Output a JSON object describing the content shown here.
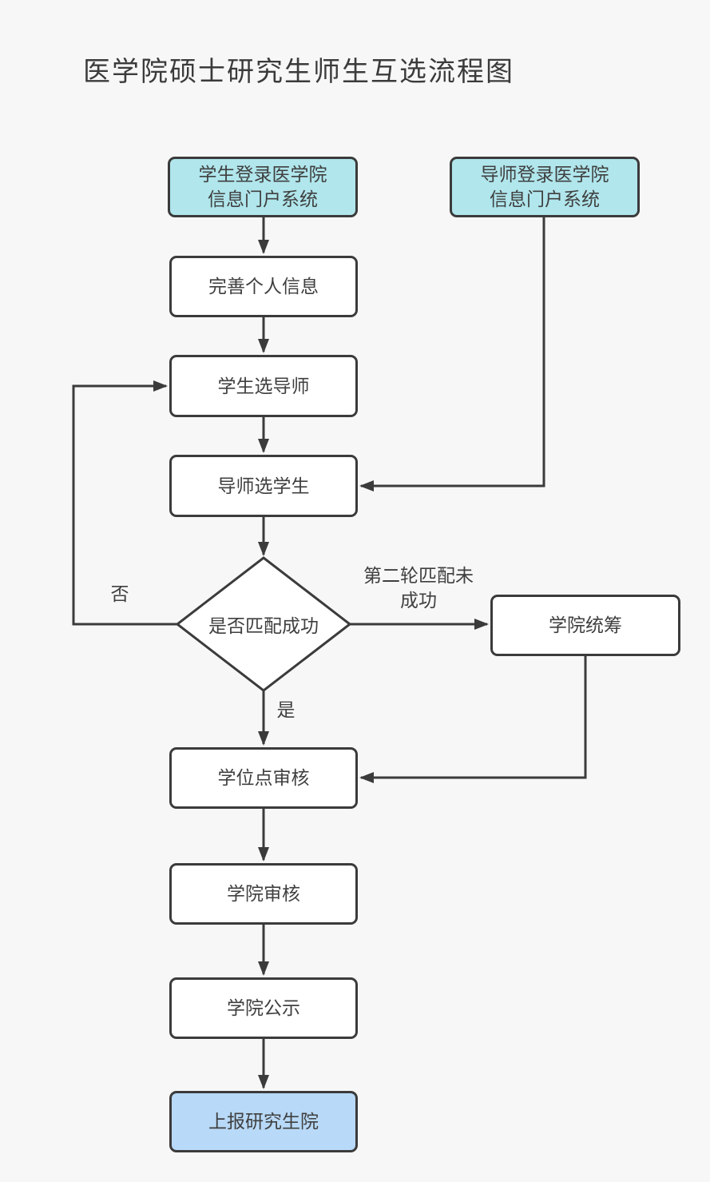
{
  "title": "医学院硕士研究生师生互选流程图",
  "colors": {
    "background": "#f7f7f7",
    "node_border": "#3b3b3b",
    "connector_line": "#3b3b3b",
    "text": "#3f3f3f",
    "login_node_fill": "#b0e6ec",
    "process_node_fill": "#ffffff",
    "final_node_fill": "#b8d9f7"
  },
  "nodes": {
    "student_login": {
      "label": "学生登录医学院\n信息门户系统",
      "shape": "rounded-rect",
      "fill": "#b0e6ec"
    },
    "tutor_login": {
      "label": "导师登录医学院\n信息门户系统",
      "shape": "rounded-rect",
      "fill": "#b0e6ec"
    },
    "complete_info": {
      "label": "完善个人信息",
      "shape": "rounded-rect",
      "fill": "#ffffff"
    },
    "student_select_tutor": {
      "label": "学生选导师",
      "shape": "rounded-rect",
      "fill": "#ffffff"
    },
    "tutor_select_student": {
      "label": "导师选学生",
      "shape": "rounded-rect",
      "fill": "#ffffff"
    },
    "match_success_decision": {
      "label": "是否匹配成功",
      "shape": "diamond",
      "fill": "#ffffff"
    },
    "college_coordination": {
      "label": "学院统筹",
      "shape": "rounded-rect",
      "fill": "#ffffff"
    },
    "degree_point_review": {
      "label": "学位点审核",
      "shape": "rounded-rect",
      "fill": "#ffffff"
    },
    "college_review": {
      "label": "学院审核",
      "shape": "rounded-rect",
      "fill": "#ffffff"
    },
    "college_publicity": {
      "label": "学院公示",
      "shape": "rounded-rect",
      "fill": "#ffffff"
    },
    "report_graduate_school": {
      "label": "上报研究生院",
      "shape": "rounded-rect",
      "fill": "#b8d9f7"
    }
  },
  "edge_labels": {
    "no": "否",
    "yes": "是",
    "second_round_fail": "第二轮匹配未\n成功"
  },
  "edges": [
    {
      "from": "student_login",
      "to": "complete_info"
    },
    {
      "from": "complete_info",
      "to": "student_select_tutor"
    },
    {
      "from": "student_select_tutor",
      "to": "tutor_select_student"
    },
    {
      "from": "tutor_login",
      "to": "tutor_select_student"
    },
    {
      "from": "tutor_select_student",
      "to": "match_success_decision"
    },
    {
      "from": "match_success_decision",
      "to": "student_select_tutor",
      "label": "否"
    },
    {
      "from": "match_success_decision",
      "to": "college_coordination",
      "label": "第二轮匹配未成功"
    },
    {
      "from": "match_success_decision",
      "to": "degree_point_review",
      "label": "是"
    },
    {
      "from": "college_coordination",
      "to": "degree_point_review"
    },
    {
      "from": "degree_point_review",
      "to": "college_review"
    },
    {
      "from": "college_review",
      "to": "college_publicity"
    },
    {
      "from": "college_publicity",
      "to": "report_graduate_school"
    }
  ]
}
